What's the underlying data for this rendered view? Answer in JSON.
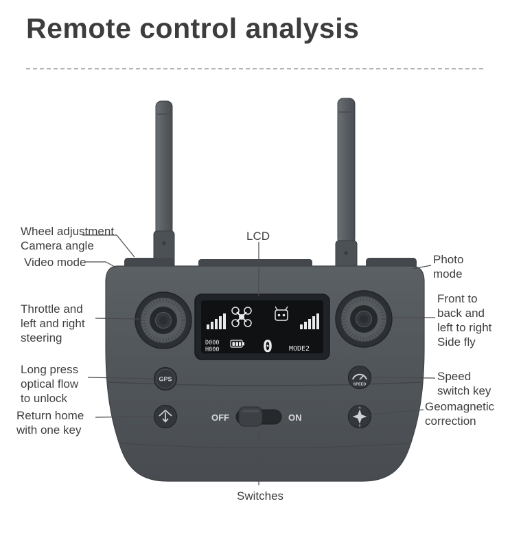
{
  "page": {
    "title": "Remote control analysis"
  },
  "labels": {
    "wheel": "Wheel adjustment\nCamera angle",
    "video_mode": "Video mode",
    "lcd": "LCD",
    "photo_mode": "Photo\nmode",
    "throttle": "Throttle and\nleft and right\nsteering",
    "front_back": "Front to\nback and\nleft to right\nSide fly",
    "long_press": "Long press\noptical flow\nto unlock",
    "speed": "Speed\nswitch key",
    "return_home": "Return home\nwith one key",
    "geomagnetic": "Geomagnetic\ncorrection",
    "switches": "Switches"
  },
  "remote": {
    "gps_label": "GPS",
    "speed_label": "SPEED",
    "off_label": "OFF",
    "on_label": "ON",
    "lcd_display": {
      "distance": "D000",
      "height": "H000",
      "big_digit": "0",
      "mode": "MODE2"
    }
  },
  "icons": {
    "speed_button": "gauge-icon",
    "return_home_button": "home-arrow-icon",
    "compass_button": "compass-star-icon",
    "lcd_left": "signal-bars-icon",
    "lcd_center": "quadcopter-icon",
    "lcd_robot": "controller-icon",
    "lcd_right": "signal-bars-icon",
    "lcd_battery": "battery-icon"
  },
  "colors": {
    "title": "#3d3d3d",
    "label": "#3f3f3f",
    "body_gray": "#50555a",
    "lcd_screen": "#0f1113",
    "lcd_glyph": "#e9ebed"
  }
}
